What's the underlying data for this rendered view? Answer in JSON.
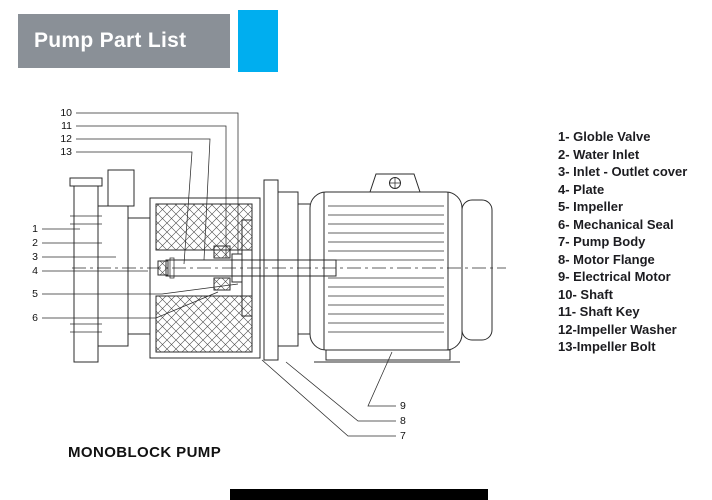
{
  "header": {
    "title": "Pump Part List"
  },
  "colors": {
    "accent_cyan": "#00aeef",
    "header_gray": "#8a9097"
  },
  "diagram": {
    "caption": "MONOBLOCK PUMP",
    "callouts": {
      "top": [
        "10",
        "11",
        "12",
        "13"
      ],
      "left": [
        "1",
        "2",
        "3",
        "4",
        "5",
        "6"
      ],
      "bottom": [
        "9",
        "8",
        "7"
      ]
    }
  },
  "parts_list": {
    "items": [
      "1- Globle Valve",
      "2- Water Inlet",
      "3- Inlet - Outlet cover",
      "4- Plate",
      "5- Impeller",
      "6- Mechanical Seal",
      "7- Pump Body",
      "8- Motor Flange",
      "9- Electrical Motor",
      "10- Shaft",
      "11- Shaft Key",
      "12-Impeller Washer",
      "13-Impeller Bolt"
    ]
  }
}
